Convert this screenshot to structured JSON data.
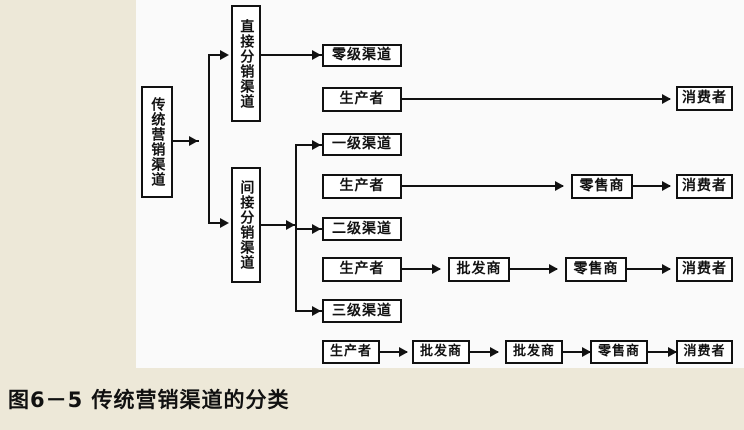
{
  "figure": {
    "caption": "图6－5  传统营销渠道的分类",
    "panel_background": "#FAFAFA",
    "page_background": "#EDE8D8",
    "line_color": "#111111"
  },
  "diagram": {
    "root": {
      "label": "传统营销渠道"
    },
    "branches": [
      {
        "label": "直接分销渠道"
      },
      {
        "label": "间接分销渠道"
      }
    ],
    "channel_types": [
      {
        "label": "零级渠道"
      },
      {
        "label": "一级渠道"
      },
      {
        "label": "二级渠道"
      },
      {
        "label": "三级渠道"
      }
    ],
    "chains": [
      {
        "name": "zero-level-chain",
        "nodes": [
          "生产者",
          "消费者"
        ]
      },
      {
        "name": "one-level-chain",
        "nodes": [
          "生产者",
          "零售商",
          "消费者"
        ]
      },
      {
        "name": "two-level-chain",
        "nodes": [
          "生产者",
          "批发商",
          "零售商",
          "消费者"
        ]
      },
      {
        "name": "three-level-chain",
        "nodes": [
          "生产者",
          "批发商",
          "批发商",
          "零售商",
          "消费者"
        ]
      }
    ]
  }
}
